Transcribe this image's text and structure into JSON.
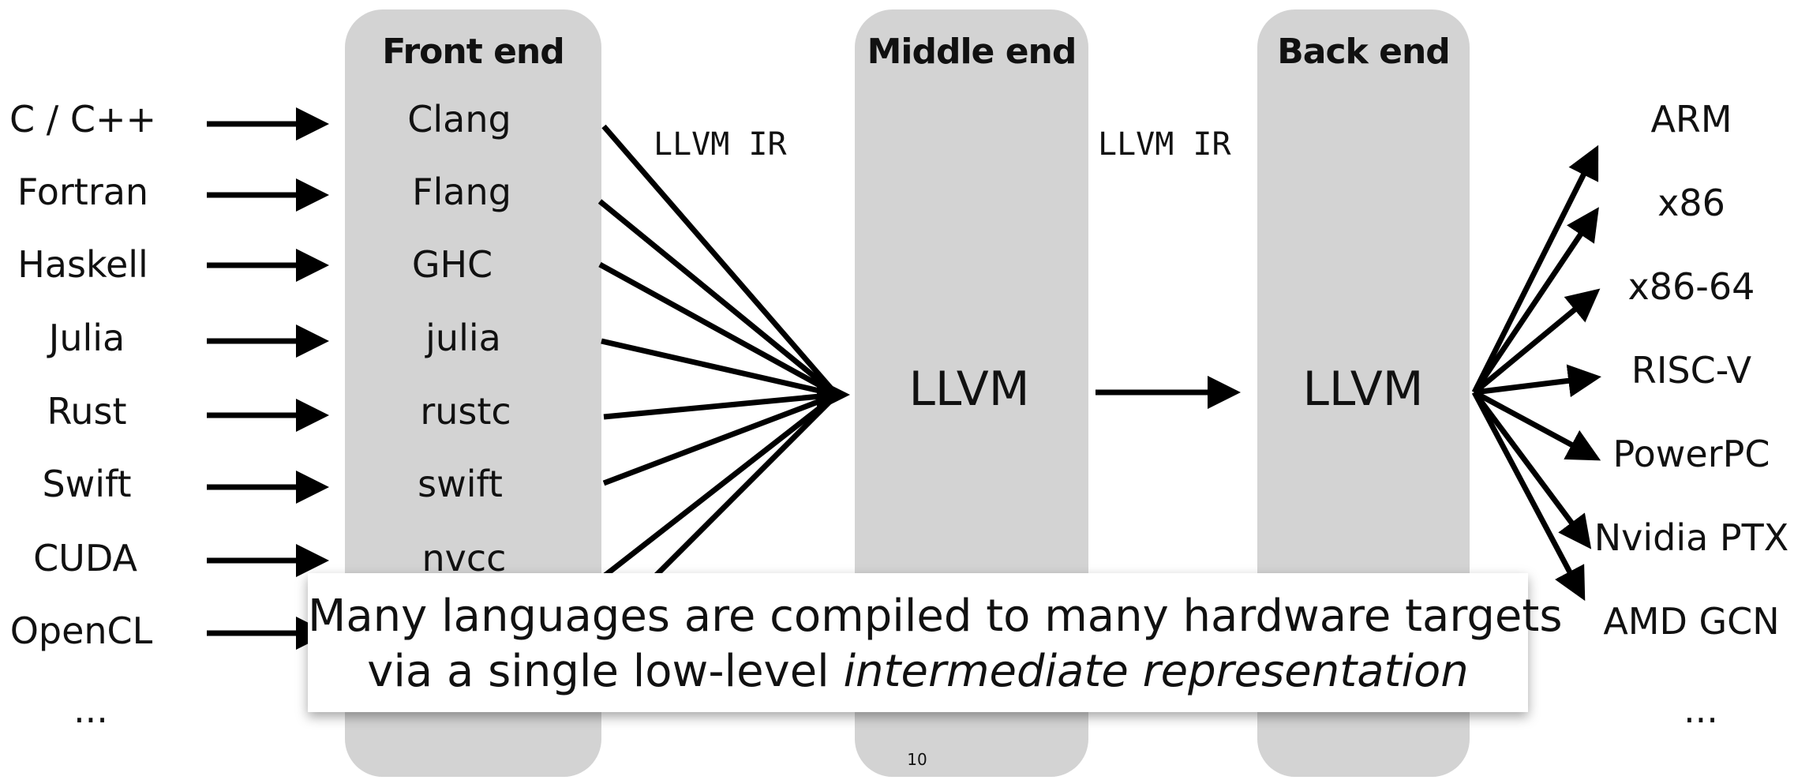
{
  "panels": {
    "front": {
      "title": "Front end"
    },
    "middle": {
      "title": "Middle end",
      "label": "LLVM"
    },
    "back": {
      "title": "Back end",
      "label": "LLVM"
    }
  },
  "ir_label_left": "LLVM IR",
  "ir_label_right": "LLVM IR",
  "languages": [
    "C / C++",
    "Fortran",
    "Haskell",
    "Julia",
    "Rust",
    "Swift",
    "CUDA",
    "OpenCL",
    "..."
  ],
  "frontends": [
    "Clang",
    "Flang",
    "GHC",
    "julia",
    "rustc",
    "swift",
    "nvcc"
  ],
  "targets": [
    "ARM",
    "x86",
    "x86-64",
    "RISC-V",
    "PowerPC",
    "Nvidia PTX",
    "AMD GCN",
    "..."
  ],
  "caption": {
    "line1": "Many languages are compiled to many hardware targets",
    "line2_plain": "via a single low-level ",
    "line2_italic": "intermediate representation"
  },
  "page_number": "10"
}
